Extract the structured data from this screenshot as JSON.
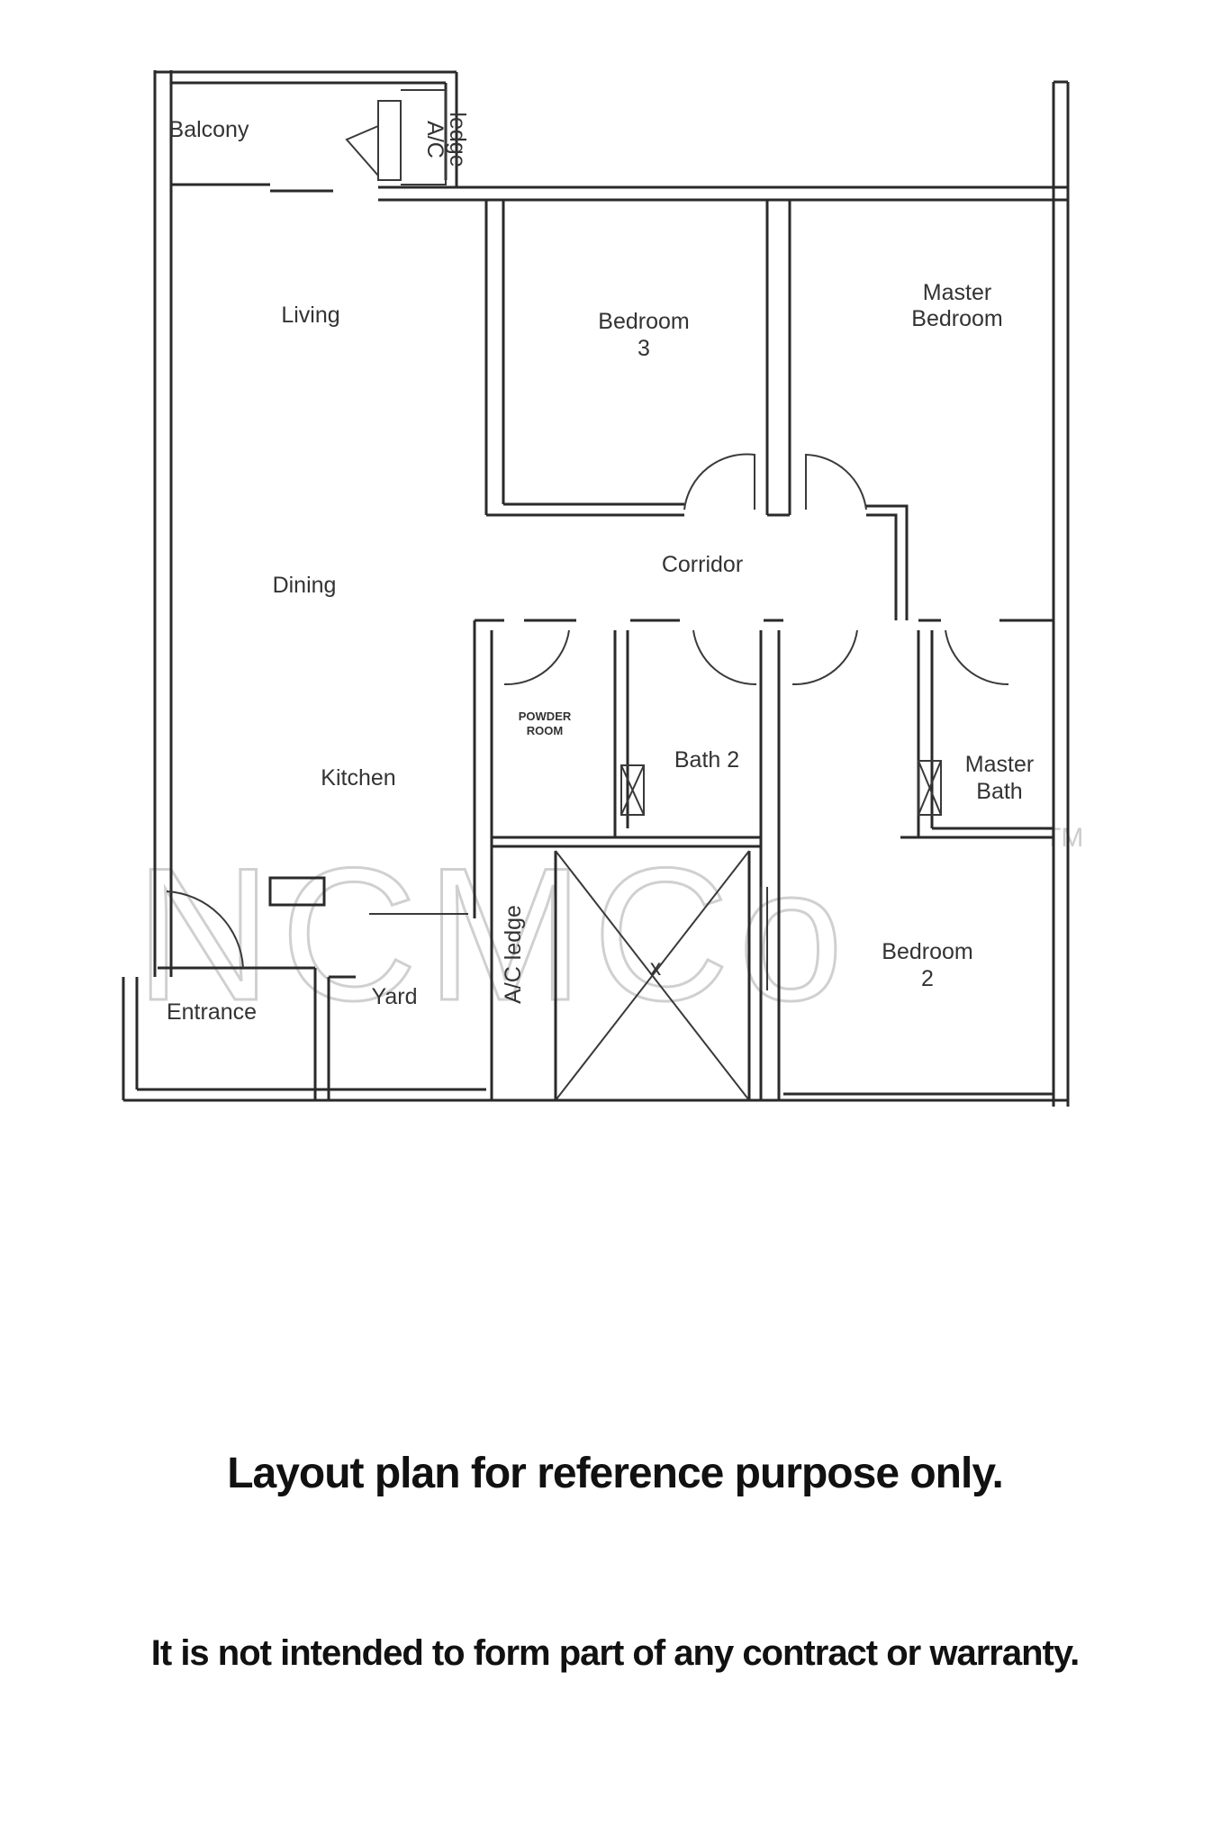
{
  "floor_plan": {
    "rooms": {
      "balcony": "Balcony",
      "ac_ledge_top_1": "A/C",
      "ac_ledge_top_2": "ledge",
      "living": "Living",
      "bedroom3_1": "Bedroom",
      "bedroom3_2": "3",
      "master_bedroom_1": "Master",
      "master_bedroom_2": "Bedroom",
      "corridor": "Corridor",
      "dining": "Dining",
      "kitchen": "Kitchen",
      "powder_room_1": "POWDER",
      "powder_room_2": "ROOM",
      "bath2": "Bath 2",
      "master_bath_1": "Master",
      "master_bath_2": "Bath",
      "entrance": "Entrance",
      "yard": "Yard",
      "ac_ledge_bottom": "A/C ledge",
      "void_mark": "x",
      "bedroom2_1": "Bedroom",
      "bedroom2_2": "2"
    },
    "watermark": "NCMCo",
    "watermark_tm": "TM"
  },
  "disclaimer": {
    "line1": "Layout plan for reference purpose only.",
    "line2": "It is not intended to form part of any contract or warranty."
  }
}
